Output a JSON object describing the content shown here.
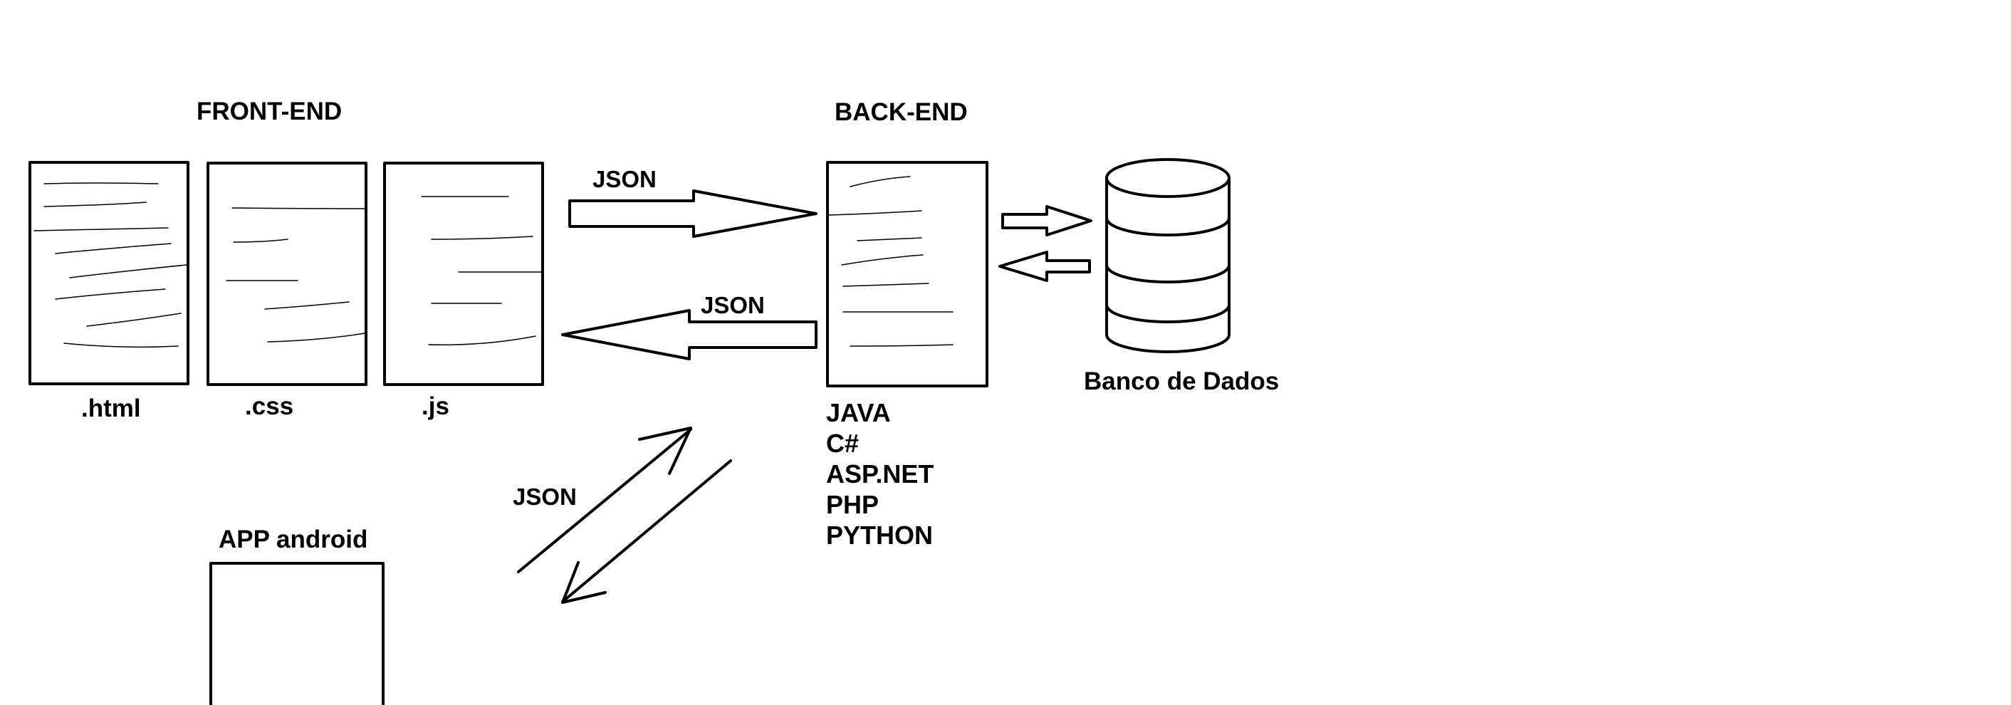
{
  "frontend": {
    "title": "FRONT-END",
    "files": [
      ".html",
      ".css",
      ".js"
    ]
  },
  "backend": {
    "title": "BACK-END",
    "languages": [
      "JAVA",
      "C#",
      "ASP.NET",
      "PHP",
      "PYTHON"
    ]
  },
  "database": {
    "label": "Banco de Dados"
  },
  "android": {
    "title": "APP android"
  },
  "connections": {
    "front_to_back": "JSON",
    "back_to_front": "JSON",
    "android_link": "JSON"
  },
  "colors": {
    "stroke": "#000000",
    "background": "#ffffff"
  },
  "icons": [
    "document-icon",
    "database-cylinder-icon",
    "arrow-right-icon",
    "arrow-left-icon",
    "mobile-app-icon"
  ]
}
